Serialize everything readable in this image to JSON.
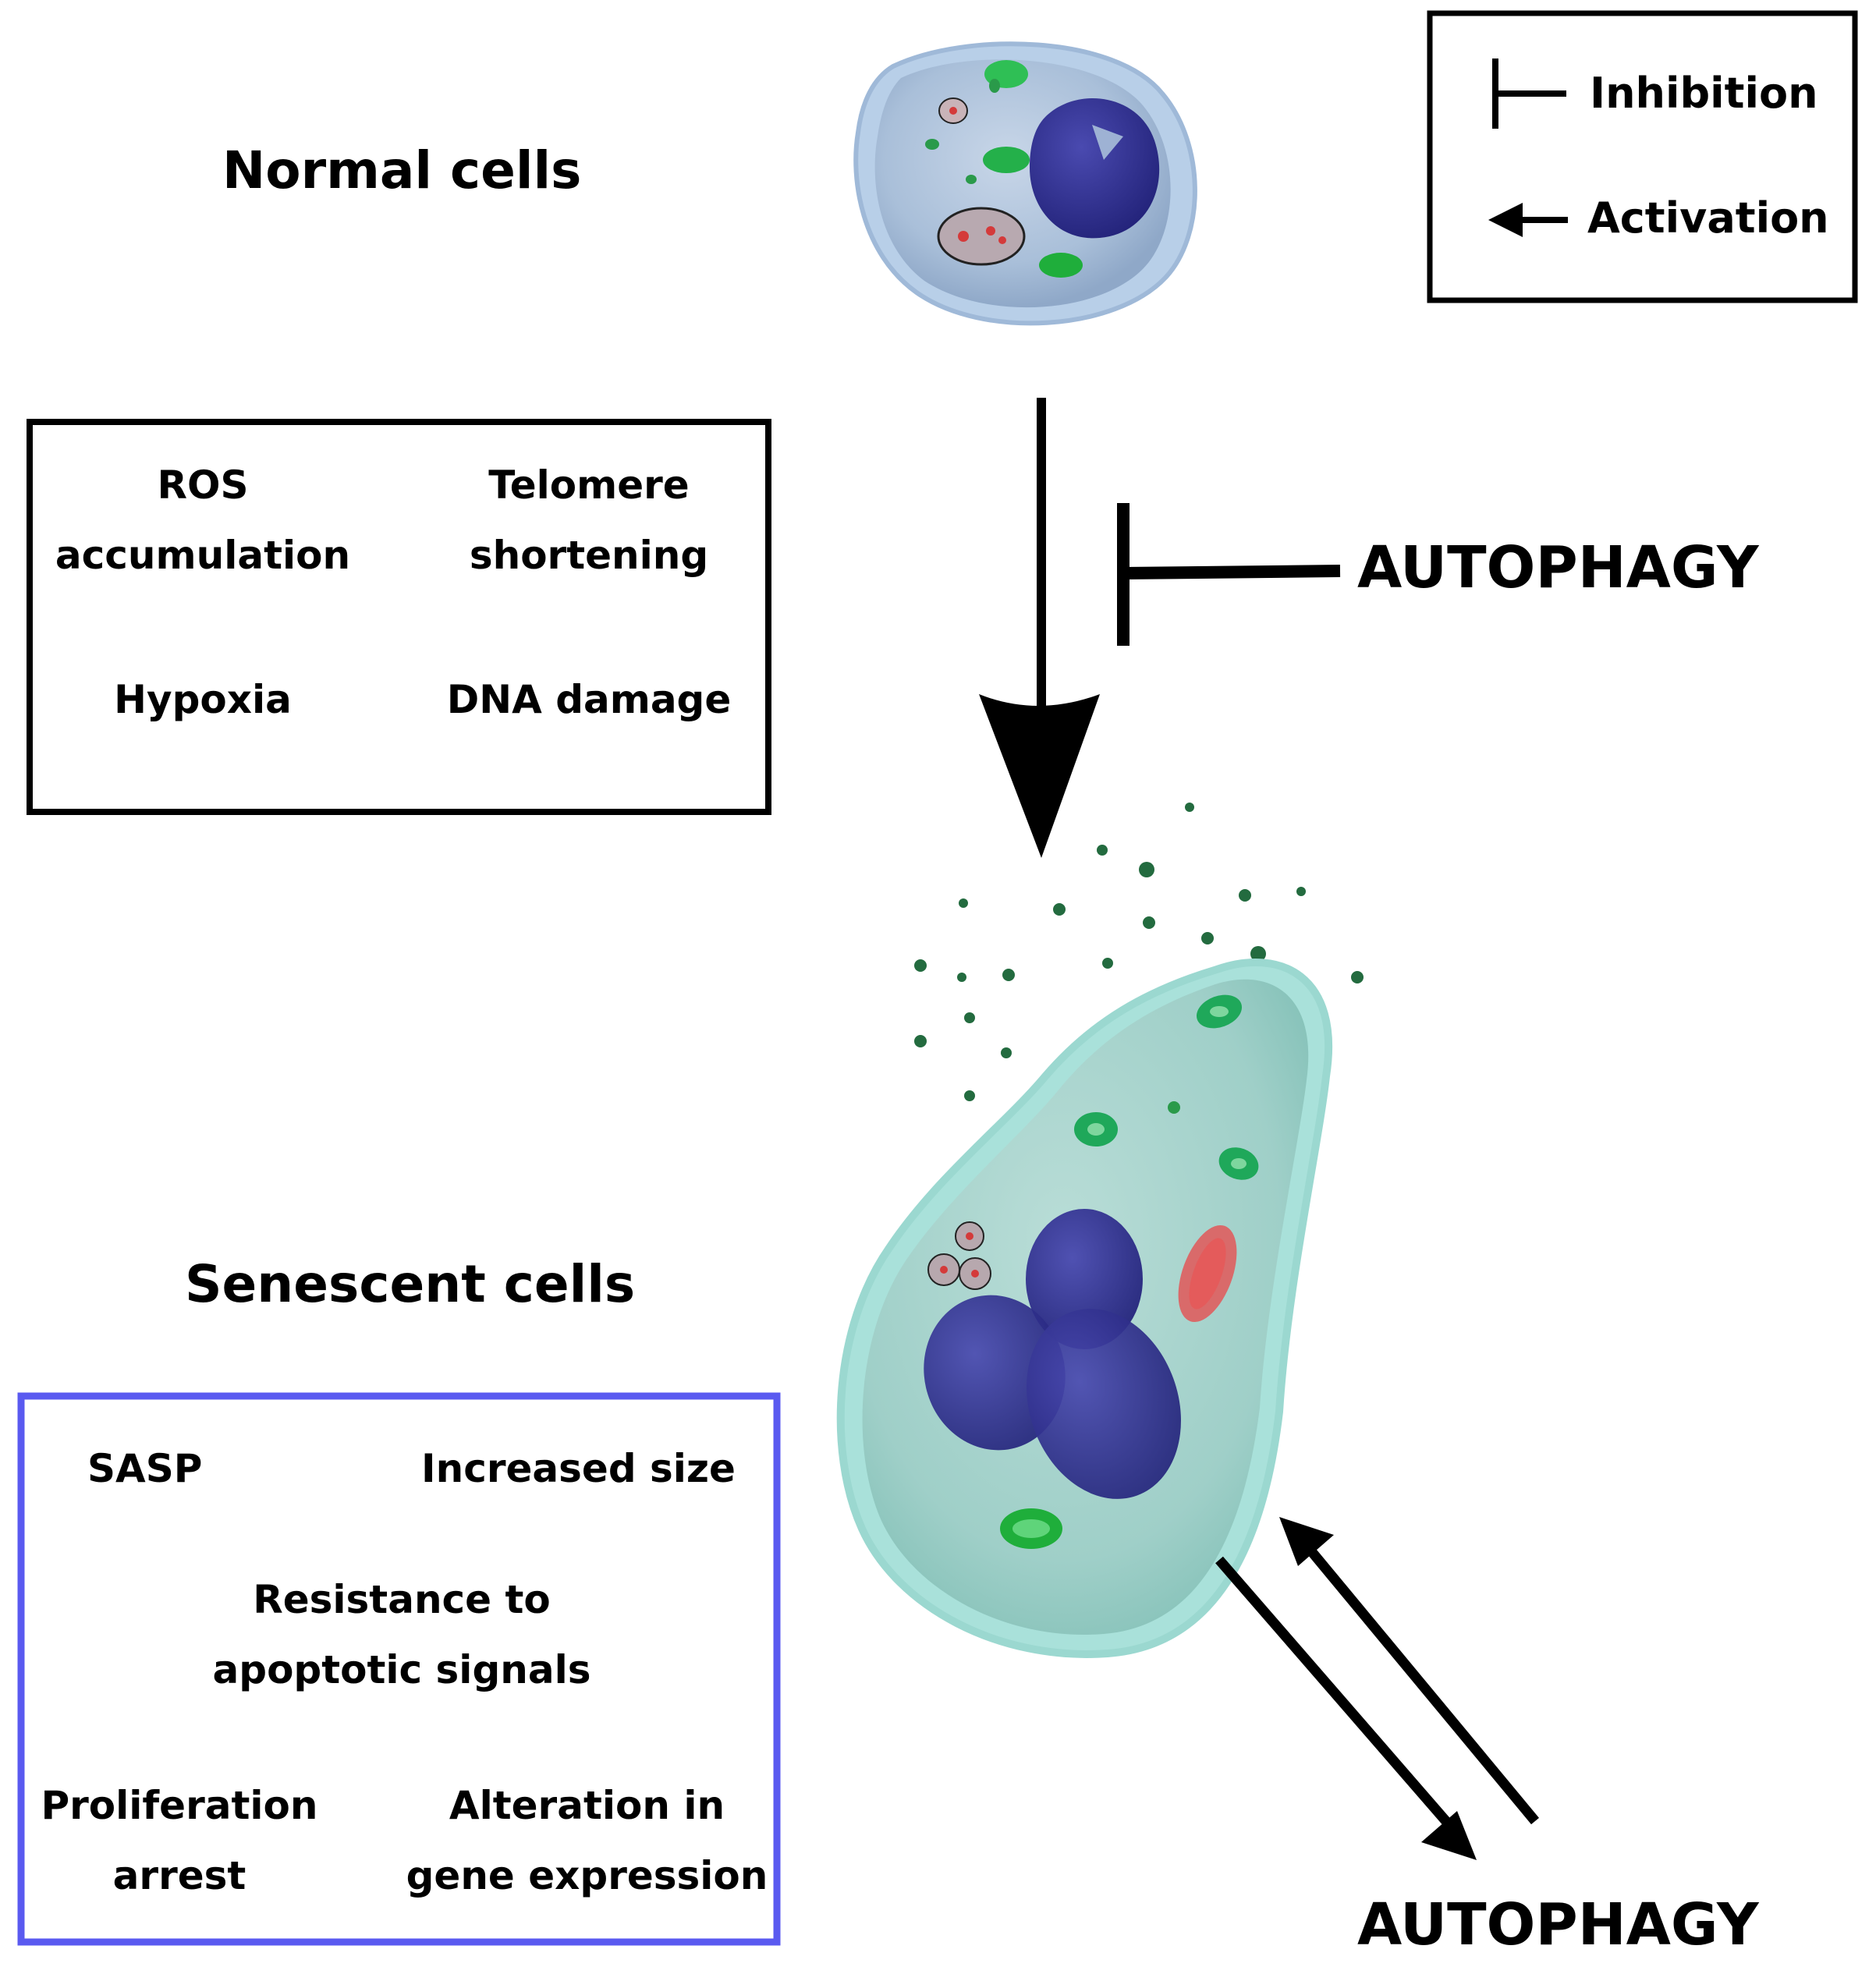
{
  "legend": {
    "inhibition": "Inhibition",
    "activation": "Activation"
  },
  "normal_cells": {
    "title": "Normal cells"
  },
  "stress_box": {
    "ros": [
      "ROS",
      "accumulation"
    ],
    "telomere": [
      "Telomere",
      "shortening"
    ],
    "hypoxia": "Hypoxia",
    "dna_damage": "DNA damage"
  },
  "autophagy_top": "AUTOPHAGY",
  "senescent_cells": {
    "title": "Senescent cells"
  },
  "features_box": {
    "sasp": "SASP",
    "increased_size": "Increased size",
    "resistance": [
      "Resistance to",
      "apoptotic signals"
    ],
    "proliferation": [
      "Proliferation",
      "arrest"
    ],
    "alteration": [
      "Alteration in",
      "gene expression"
    ]
  },
  "autophagy_bottom": "AUTOPHAGY",
  "colors": {
    "features_box_border": "#5a5af0",
    "normal_cell": "#a9bfd9",
    "senescent_cell": "#9fcfc8",
    "nucleus": "#2d2d8c",
    "mitochondria_green": "#1fae3b",
    "lysosome_red": "#d43a3a"
  }
}
